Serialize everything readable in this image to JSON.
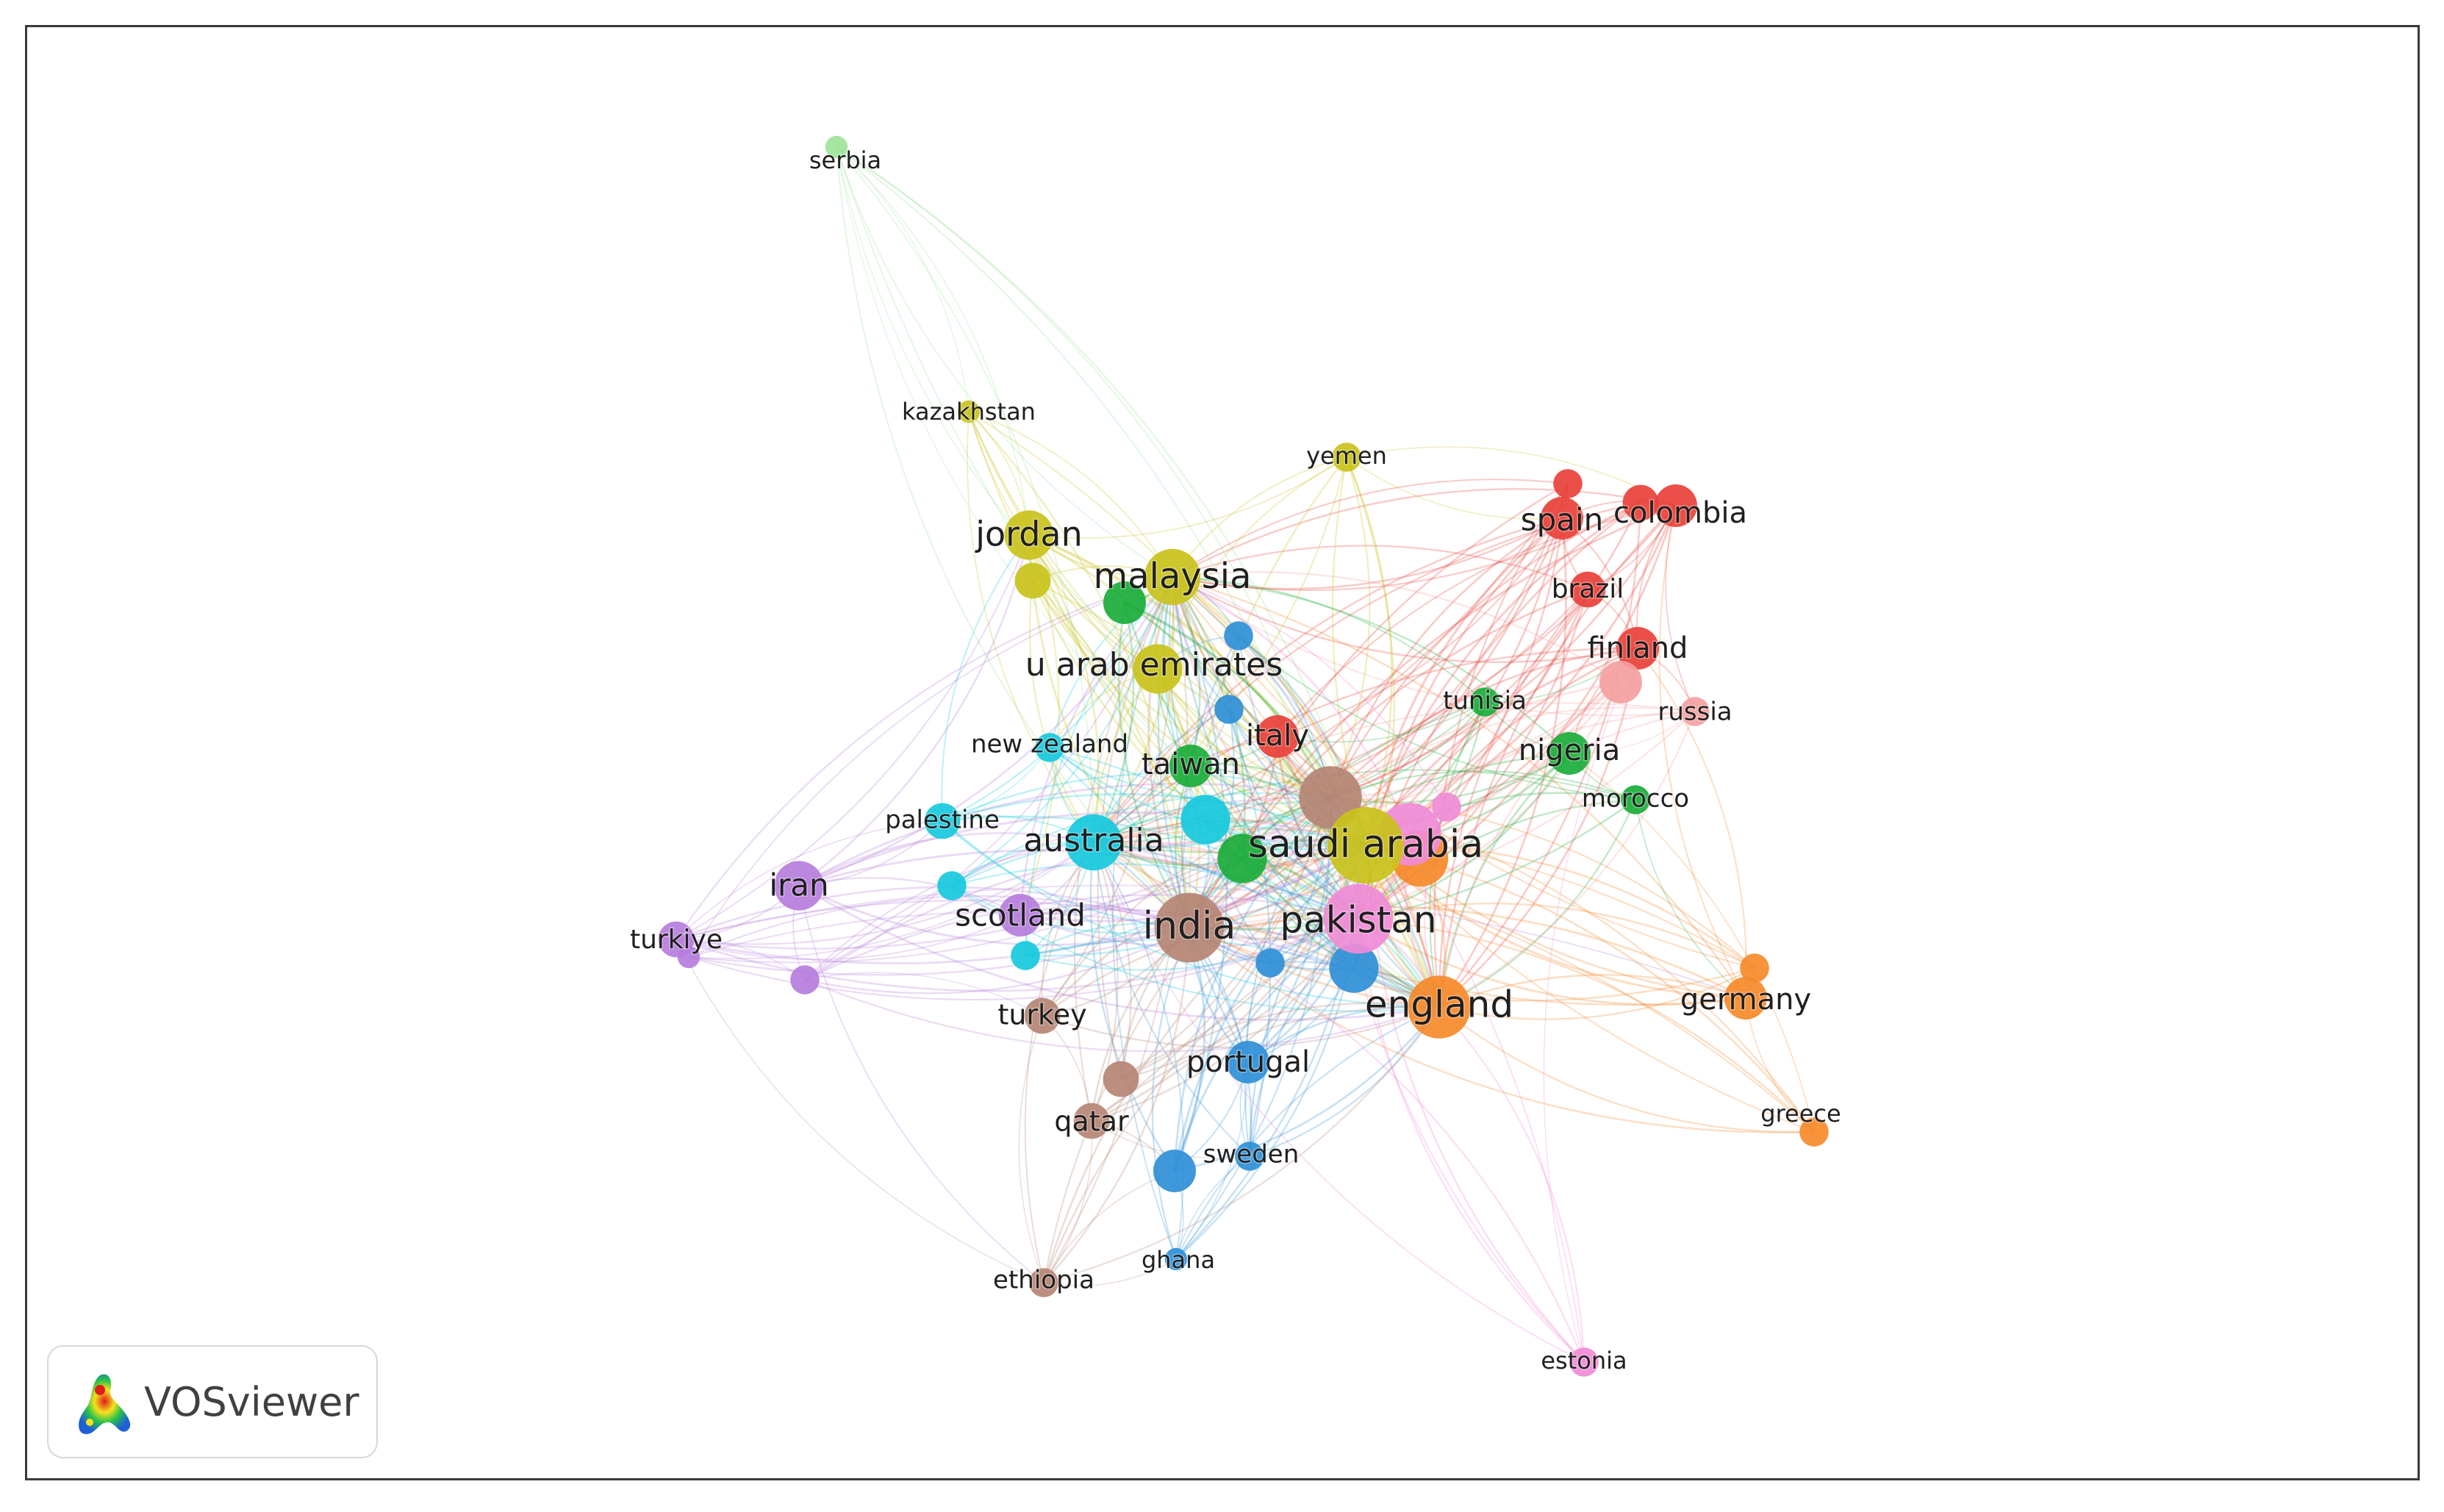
{
  "brand": {
    "name": "VOSviewer",
    "logo_icon": "vosviewer-logo-icon"
  },
  "clusters": {
    "red": "#e8413a",
    "lightred": "#f4a0a0",
    "green": "#1aad3a",
    "lightgreen": "#9ee39a",
    "blue": "#2f8fd6",
    "olive": "#c9c21b",
    "purple": "#b67ddc",
    "cyan": "#16c9dd",
    "orange": "#f58a2a",
    "brown": "#b58474",
    "pink": "#f08bd6"
  },
  "nodes": [
    {
      "id": "saudi-arabia",
      "label": "saudi arabia",
      "cluster": "olive",
      "weight": 10
    },
    {
      "id": "india",
      "label": "india",
      "cluster": "brown",
      "weight": 9
    },
    {
      "id": "pakistan",
      "label": "pakistan",
      "cluster": "pink",
      "weight": 9
    },
    {
      "id": "england",
      "label": "england",
      "cluster": "orange",
      "weight": 8
    },
    {
      "id": "malaysia",
      "label": "malaysia",
      "cluster": "olive",
      "weight": 7
    },
    {
      "id": "australia",
      "label": "australia",
      "cluster": "cyan",
      "weight": 7
    },
    {
      "id": "jordan",
      "label": "jordan",
      "cluster": "olive",
      "weight": 6
    },
    {
      "id": "u-arab-emirates",
      "label": "u arab emirates",
      "cluster": "olive",
      "weight": 6
    },
    {
      "id": "iran",
      "label": "iran",
      "cluster": "purple",
      "weight": 6
    },
    {
      "id": "scotland",
      "label": "scotland",
      "cluster": "purple",
      "weight": 5
    },
    {
      "id": "taiwan",
      "label": "taiwan",
      "cluster": "green",
      "weight": 5
    },
    {
      "id": "italy",
      "label": "italy",
      "cluster": "red",
      "weight": 5
    },
    {
      "id": "nigeria",
      "label": "nigeria",
      "cluster": "green",
      "weight": 5
    },
    {
      "id": "spain",
      "label": "spain",
      "cluster": "red",
      "weight": 5
    },
    {
      "id": "colombia",
      "label": "colombia",
      "cluster": "red",
      "weight": 5
    },
    {
      "id": "finland",
      "label": "finland",
      "cluster": "red",
      "weight": 5
    },
    {
      "id": "germany",
      "label": "germany",
      "cluster": "orange",
      "weight": 5
    },
    {
      "id": "portugal",
      "label": "portugal",
      "cluster": "blue",
      "weight": 5
    },
    {
      "id": "turkey",
      "label": "turkey",
      "cluster": "brown",
      "weight": 4
    },
    {
      "id": "qatar",
      "label": "qatar",
      "cluster": "brown",
      "weight": 4
    },
    {
      "id": "palestine",
      "label": "palestine",
      "cluster": "cyan",
      "weight": 4
    },
    {
      "id": "new-zealand",
      "label": "new zealand",
      "cluster": "cyan",
      "weight": 3
    },
    {
      "id": "tunisia",
      "label": "tunisia",
      "cluster": "green",
      "weight": 3
    },
    {
      "id": "morocco",
      "label": "morocco",
      "cluster": "green",
      "weight": 3
    },
    {
      "id": "brazil",
      "label": "brazil",
      "cluster": "red",
      "weight": 4
    },
    {
      "id": "russia",
      "label": "russia",
      "cluster": "lightred",
      "weight": 3
    },
    {
      "id": "yemen",
      "label": "yemen",
      "cluster": "olive",
      "weight": 3
    },
    {
      "id": "kazakhstan",
      "label": "kazakhstan",
      "cluster": "olive",
      "weight": 2
    },
    {
      "id": "serbia",
      "label": "serbia",
      "cluster": "lightgreen",
      "weight": 2
    },
    {
      "id": "turkiye",
      "label": "turkiye",
      "cluster": "purple",
      "weight": 4
    },
    {
      "id": "sweden",
      "label": "sweden",
      "cluster": "blue",
      "weight": 3
    },
    {
      "id": "ghana",
      "label": "ghana",
      "cluster": "blue",
      "weight": 2
    },
    {
      "id": "ethiopia",
      "label": "ethiopia",
      "cluster": "brown",
      "weight": 3
    },
    {
      "id": "greece",
      "label": "greece",
      "cluster": "orange",
      "weight": 3
    },
    {
      "id": "estonia",
      "label": "estonia",
      "cluster": "pink",
      "weight": 3
    }
  ],
  "unlabeled_nodes": [
    {
      "id": "brown-hub",
      "cluster": "brown",
      "weight": 8
    },
    {
      "id": "cyan-hub",
      "cluster": "cyan",
      "weight": 6
    },
    {
      "id": "green-hub",
      "cluster": "green",
      "weight": 6
    },
    {
      "id": "orange-hub",
      "cluster": "orange",
      "weight": 7
    },
    {
      "id": "pink-hub",
      "cluster": "pink",
      "weight": 8
    },
    {
      "id": "blue-hub",
      "cluster": "blue",
      "weight": 6
    },
    {
      "id": "green-malaysia",
      "cluster": "green",
      "weight": 5
    },
    {
      "id": "olive-jordan2",
      "cluster": "olive",
      "weight": 4
    },
    {
      "id": "blue-uae",
      "cluster": "blue",
      "weight": 3
    },
    {
      "id": "blue-nz",
      "cluster": "blue",
      "weight": 3
    },
    {
      "id": "cyan-scot1",
      "cluster": "cyan",
      "weight": 3
    },
    {
      "id": "cyan-scot2",
      "cluster": "cyan",
      "weight": 3
    },
    {
      "id": "purple-low",
      "cluster": "purple",
      "weight": 3
    },
    {
      "id": "brown-qatar2",
      "cluster": "brown",
      "weight": 4
    },
    {
      "id": "blue-sweden2",
      "cluster": "blue",
      "weight": 5
    },
    {
      "id": "blue-mid",
      "cluster": "blue",
      "weight": 3
    },
    {
      "id": "red-spain2",
      "cluster": "red",
      "weight": 3
    },
    {
      "id": "red-colombia2",
      "cluster": "red",
      "weight": 4
    },
    {
      "id": "lightred-finland2",
      "cluster": "lightred",
      "weight": 5
    },
    {
      "id": "orange-germany2",
      "cluster": "orange",
      "weight": 3
    },
    {
      "id": "pink-pak2",
      "cluster": "pink",
      "weight": 3
    },
    {
      "id": "purple-turkiye2",
      "cluster": "purple",
      "weight": 2
    }
  ]
}
